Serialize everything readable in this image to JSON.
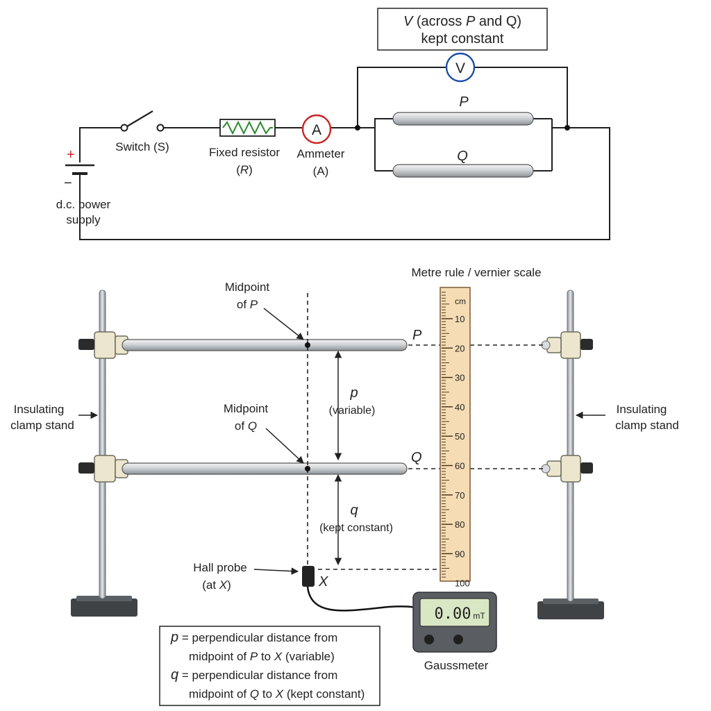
{
  "circuit": {
    "voltage_box_line1_v": "V",
    "voltage_box_line1_rest": " (across ",
    "voltage_box_line1_p": "P",
    "voltage_box_line1_and": " and ",
    "voltage_box_line1_q": "Q)",
    "voltage_box_line2": "kept constant",
    "voltmeter_symbol": "V",
    "ammeter_symbol": "A",
    "switch_label": "Switch (S)",
    "resistor_label_line1": "Fixed resistor",
    "resistor_label_open": "(",
    "resistor_label_r": "R",
    "resistor_label_close": ")",
    "ammeter_label_line1": "Ammeter",
    "ammeter_label_line2": "(A)",
    "supply_label_line1": "d.c. power",
    "supply_label_line2": "supply",
    "plus_sign": "+",
    "minus_sign": "−",
    "rod_p": "P",
    "rod_q": "Q"
  },
  "apparatus": {
    "ruler_title": "Metre rule / vernier scale",
    "ruler_unit": "cm",
    "ruler_ticks": [
      "10",
      "20",
      "30",
      "40",
      "50",
      "60",
      "70",
      "80",
      "90",
      "100"
    ],
    "midpoint_p_line1": "Midpoint",
    "midpoint_p_of": "of ",
    "midpoint_p_letter": "P",
    "midpoint_q_line1": "Midpoint",
    "midpoint_q_of": "of ",
    "midpoint_q_letter": "Q",
    "rod_p": "P",
    "rod_q": "Q",
    "p_symbol": "p",
    "p_note": "(variable)",
    "q_symbol": "q",
    "q_note": "(kept constant)",
    "stand_left_line1": "Insulating",
    "stand_left_line2": "clamp stand",
    "stand_right_line1": "Insulating",
    "stand_right_line2": "clamp stand",
    "hall_line1": "Hall probe",
    "hall_line2_open": "(at ",
    "hall_line2_x": "X",
    "hall_line2_close": ")",
    "point_x": "X",
    "gauss_reading": "0.00",
    "gauss_unit": "mT",
    "gauss_label": "Gaussmeter"
  },
  "legend": {
    "l1_sym": "p",
    "l1_text": " = perpendicular distance from",
    "l2_pre": "midpoint of ",
    "l2_p": "P",
    "l2_to": " to ",
    "l2_x": "X",
    "l2_post": " (variable)",
    "l3_sym": "q",
    "l3_text": " = perpendicular distance from",
    "l4_pre": "midpoint of ",
    "l4_q": "Q",
    "l4_to": " to ",
    "l4_x": "X",
    "l4_post": " (kept constant)"
  },
  "colors": {
    "ammeter_ring": "#cc2222",
    "voltmeter_ring": "#1f4fa8",
    "resistor_zigzag": "#2e8b2e",
    "ruler_fill": "#f6dcb4",
    "display_fill": "#d9e8c4"
  }
}
